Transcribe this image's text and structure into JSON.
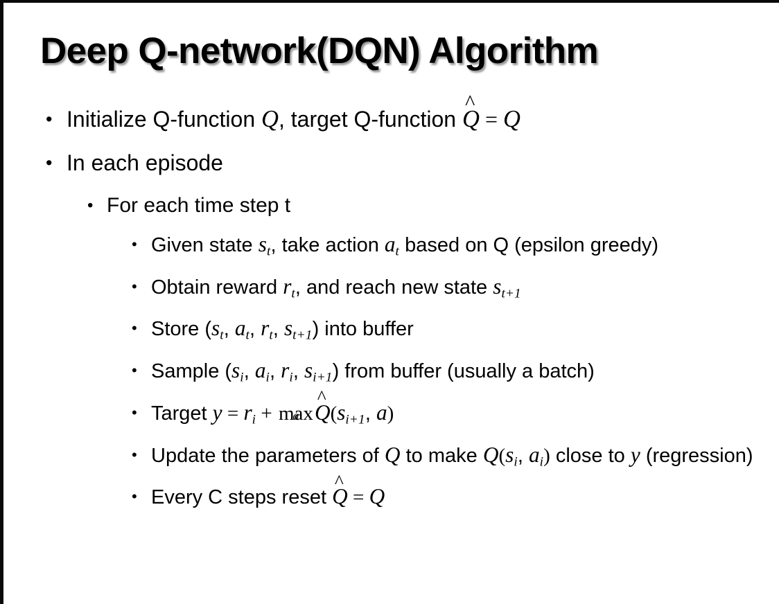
{
  "slide": {
    "title": "Deep Q-network(DQN) Algorithm",
    "background_color": "#ffffff",
    "text_color": "#000000",
    "edge_color": "#0a0a0a",
    "bullet_glyph": "•"
  },
  "content": {
    "l1_initialize": {
      "pre": "Initialize Q-function ",
      "var_q1": "Q",
      "mid": ", target Q-function ",
      "hat": "^",
      "var_qhat": "Q",
      "eq": " = ",
      "var_q2": "Q"
    },
    "l1_episode": "In each episode",
    "l2_timestep": "For each time step t",
    "l3_given": {
      "pre": "Given state ",
      "var_s": "s",
      "sub_s": "t",
      "mid": ", take action ",
      "var_a": "a",
      "sub_a": "t",
      "post": " based on Q (epsilon greedy)"
    },
    "l3_obtain": {
      "pre": "Obtain reward ",
      "var_r": "r",
      "sub_r": "t",
      "mid": ", and reach new state ",
      "var_s": "s",
      "sub_s": "t+1"
    },
    "l3_store": {
      "pre": "Store (",
      "var_s1": "s",
      "sub_s1": "t",
      "c1": ", ",
      "var_a": "a",
      "sub_a": "t",
      "c2": ", ",
      "var_r": "r",
      "sub_r": "t",
      "c3": ", ",
      "var_s2": "s",
      "sub_s2": "t+1",
      "post": ") into buffer"
    },
    "l3_sample": {
      "pre": "Sample (",
      "var_s1": "s",
      "sub_s1": "i",
      "c1": ", ",
      "var_a": "a",
      "sub_a": "i",
      "c2": ", ",
      "var_r": "r",
      "sub_r": "i",
      "c3": ", ",
      "var_s2": "s",
      "sub_s2": "i+1",
      "post": ") from buffer (usually a batch)"
    },
    "l3_target": {
      "pre": "Target ",
      "var_y": "y",
      "eq": " = ",
      "var_r": "r",
      "sub_r": "i",
      "plus": " + ",
      "max_op": "max",
      "max_limit": "a",
      "hat": "^",
      "var_qhat": "Q",
      "open": "(",
      "var_s": "s",
      "sub_s": "i+1",
      "comma": ", ",
      "var_a": "a",
      "close": ")"
    },
    "l3_update": {
      "pre": "Update the parameters of ",
      "var_q1": "Q",
      "mid": " to make ",
      "var_q2": "Q",
      "open": "(",
      "var_s": "s",
      "sub_s": "i",
      "comma": ", ",
      "var_a": "a",
      "sub_a": "i",
      "close": ")",
      "post": " close to ",
      "var_y": "y",
      "tail": " (regression)"
    },
    "l3_reset": {
      "pre": "Every C steps reset ",
      "hat": "^",
      "var_qhat": "Q",
      "eq": " = ",
      "var_q": "Q"
    }
  }
}
